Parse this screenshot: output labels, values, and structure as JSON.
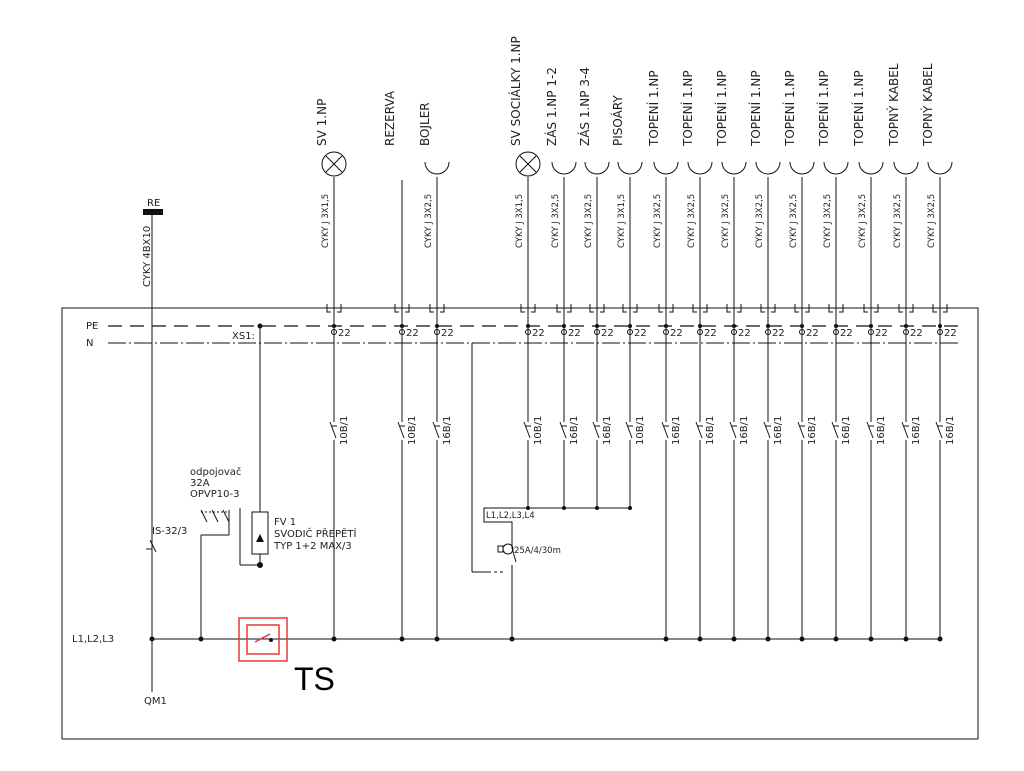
{
  "labels": {
    "re": "RE",
    "cable_main": "CYKY 4BX10",
    "pe": "PE",
    "n": "N",
    "xs": "XS1:",
    "l123": "L1,L2,L3",
    "qm": "QM1",
    "ts": "TS",
    "disc_title": "odpojovač",
    "disc_rating": "32A",
    "disc_type": "OPVP10-3",
    "switch_is": "IS-32/3",
    "fv1": "FV 1",
    "fv2": "SVODIČ PŘEPĚTÍ",
    "fv3": "TYP 1+2 MAX/3",
    "rcd_phases": "L1,L2,L3,L4",
    "rcd_rating": "25A/4/30m"
  },
  "circuits": [
    {
      "name": "SV 1.NP",
      "cable": "CYKY J 3X1,5",
      "terminal": "22",
      "breaker": "10B/1",
      "load": "lamp"
    },
    {
      "name": "REZERVA",
      "cable": "",
      "terminal": "22",
      "breaker": "10B/1",
      "load": "none"
    },
    {
      "name": "BOJLER",
      "cable": "CYKY J 3X2,5",
      "terminal": "22",
      "breaker": "16B/1",
      "load": "socket"
    },
    {
      "name": "SV SOCIÁLKY 1.NP",
      "cable": "CYKY J 3X1,5",
      "terminal": "22",
      "breaker": "10B/1",
      "load": "lamp"
    },
    {
      "name": "ZÁS 1.NP 1-2",
      "cable": "CYKY J 3X2,5",
      "terminal": "22",
      "breaker": "16B/1",
      "load": "socket"
    },
    {
      "name": "ZÁS 1.NP 3-4",
      "cable": "CYKY J 3X2,5",
      "terminal": "22",
      "breaker": "16B/1",
      "load": "socket"
    },
    {
      "name": "PISOÁRY",
      "cable": "CYKY J 3X1,5",
      "terminal": "22",
      "breaker": "10B/1",
      "load": "socket"
    },
    {
      "name": "TOPENÍ 1.NP",
      "cable": "CYKY J 3X2,5",
      "terminal": "22",
      "breaker": "16B/1",
      "load": "socket"
    },
    {
      "name": "TOPENÍ 1.NP",
      "cable": "CYKY J 3X2,5",
      "terminal": "22",
      "breaker": "16B/1",
      "load": "socket"
    },
    {
      "name": "TOPENÍ 1.NP",
      "cable": "CYKY J 3X2,5",
      "terminal": "22",
      "breaker": "16B/1",
      "load": "socket"
    },
    {
      "name": "TOPENÍ 1.NP",
      "cable": "CYKY J 3X2,5",
      "terminal": "22",
      "breaker": "16B/1",
      "load": "socket"
    },
    {
      "name": "TOPENÍ 1.NP",
      "cable": "CYKY J 3X2,5",
      "terminal": "22",
      "breaker": "16B/1",
      "load": "socket"
    },
    {
      "name": "TOPENÍ 1.NP",
      "cable": "CYKY J 3X2,5",
      "terminal": "22",
      "breaker": "16B/1",
      "load": "socket"
    },
    {
      "name": "TOPENÍ 1.NP",
      "cable": "CYKY J 3X2,5",
      "terminal": "22",
      "breaker": "16B/1",
      "load": "socket"
    },
    {
      "name": "TOPNÝ KABEL",
      "cable": "CYKY J 3X2,5",
      "terminal": "22",
      "breaker": "16B/1",
      "load": "socket"
    },
    {
      "name": "TOPNÝ KABEL",
      "cable": "CYKY J 3X2,5",
      "terminal": "22",
      "breaker": "16B/1",
      "load": "socket"
    }
  ]
}
